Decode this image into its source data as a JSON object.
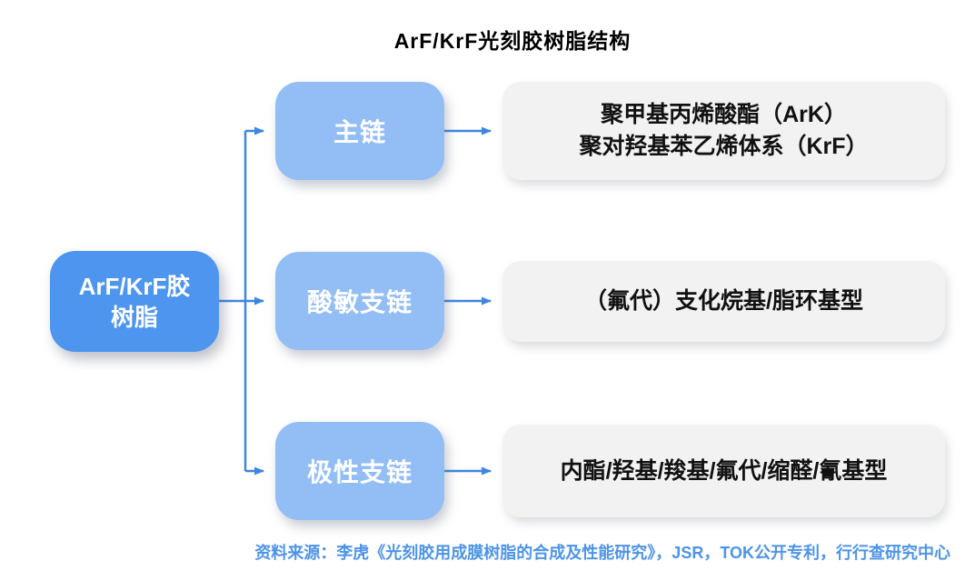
{
  "title": "ArF/KrF光刻胶树脂结构",
  "root": {
    "line1": "ArF/KrF胶",
    "line2": "树脂"
  },
  "branches": [
    {
      "label": "主链",
      "details": [
        "聚甲基丙烯酸酯（ArK）",
        "聚对羟基苯乙烯体系（KrF）"
      ]
    },
    {
      "label": "酸敏支链",
      "details": [
        "（氟代）支化烷基/脂环基型"
      ]
    },
    {
      "label": "极性支链",
      "details": [
        "内酯/羟基/羧基/氟代/缩醛/氰基型"
      ]
    }
  ],
  "footer": {
    "source_text": "资料来源：李虎《光刻胶用成膜树脂的合成及性能研究》，JSR，TOK公开专利，行行查研究中心"
  },
  "colors": {
    "root_node": "#4D95EF",
    "branch_node": "#92BEF5",
    "detail_box": "#F2F2F2",
    "connector": "#3E86E0",
    "footer_text": "#4D94E8",
    "node_text": "#FFFFFF",
    "detail_text": "#111111",
    "title_text": "#000000"
  }
}
